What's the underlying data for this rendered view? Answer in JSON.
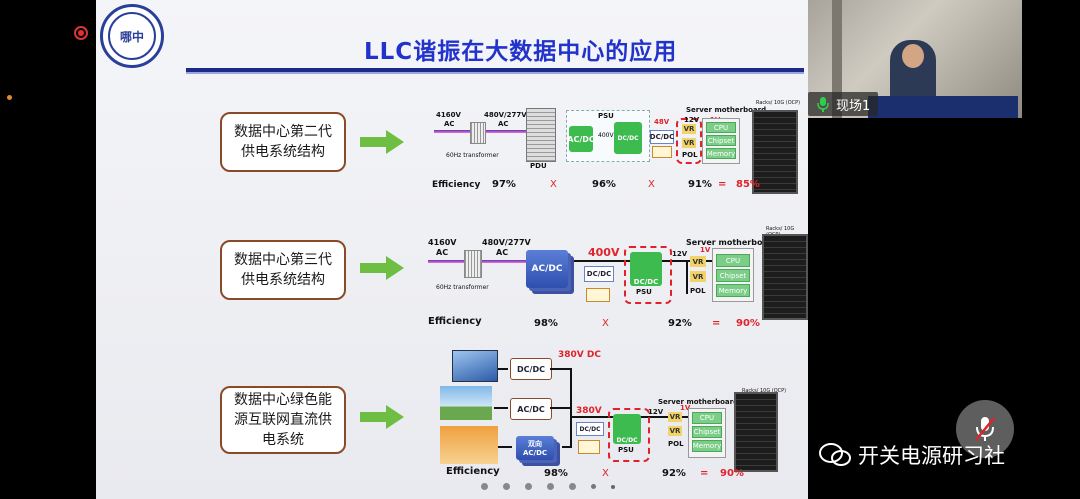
{
  "app": {
    "record_indicator": "record-icon"
  },
  "slide": {
    "title": "LLC谐振在大数据中心的应用",
    "logo_text": "哪中",
    "rows": [
      {
        "label": "数据中心第二代\n供电系统结构"
      },
      {
        "label": "数据中心第三代\n供电系统结构"
      },
      {
        "label": "数据中心绿色能\n源互联网直流供\n电系统"
      }
    ],
    "diag1": {
      "v_in": "4160V",
      "ac1": "AC",
      "v_mid": "480V/277V",
      "ac2": "AC",
      "transformer": "60Hz transformer",
      "pdu": "PDU",
      "psu": "PSU",
      "acdc": "AC/DC",
      "v400": "400V",
      "dcdc": "DC/DC",
      "v48": "48V",
      "dcdc_small": "DC/DC",
      "server": "Server motherboard",
      "v12": "12V",
      "v1": "1V",
      "vr": "VR",
      "pol": "POL",
      "cpu": "CPU",
      "chipset": "Chipset",
      "memory": "Memory",
      "rack_label": "Racks/ 10G (OCP)",
      "eff_label": "Efficiency",
      "e1": "97%",
      "x1": "X",
      "e2": "96%",
      "x2": "X",
      "e3": "91%",
      "eq": "=",
      "total": "85%"
    },
    "diag2": {
      "v_in": "4160V",
      "ac1": "AC",
      "v_mid": "480V/277V",
      "ac2": "AC",
      "transformer": "60Hz transformer",
      "acdc": "AC/DC",
      "v400": "400V",
      "dcdc_small": "DC/DC",
      "server": "Server motherboard",
      "v12": "12V",
      "v1": "1V",
      "vr": "VR",
      "pol": "POL",
      "psu_dcdc": "DC/DC",
      "psu": "PSU",
      "cpu": "CPU",
      "chipset": "Chipset",
      "memory": "Memory",
      "rack_label": "Racks/ 10G (OCP)",
      "eff_label": "Efficiency",
      "e1": "98%",
      "x1": "X",
      "e2": "92%",
      "eq": "=",
      "total": "90%"
    },
    "diag3": {
      "dcdc1": "DC/DC",
      "v380dc": "380V DC",
      "acdc": "AC/DC",
      "bidir": "双向",
      "acdc2": "AC/DC",
      "v380": "380V",
      "dcdc_small": "DC/DC",
      "psu_dcdc": "DC/DC",
      "psu": "PSU",
      "server": "Server motherboard",
      "v12": "12V",
      "v1": "1V",
      "vr": "VR",
      "pol": "POL",
      "cpu": "CPU",
      "chipset": "Chipset",
      "memory": "Memory",
      "rack_label": "Racks/ 10G (OCP)",
      "eff_label": "Efficiency",
      "e1": "98%",
      "x1": "X",
      "e2": "92%",
      "eq": "=",
      "total": "90%"
    }
  },
  "video": {
    "name": "现场1"
  },
  "watermark": {
    "text": "开关电源研习社"
  },
  "colors": {
    "title": "#2233cc",
    "accent_red": "#e0222a",
    "box_border": "#8a4a2a",
    "arrow_green": "#6fbe44"
  }
}
